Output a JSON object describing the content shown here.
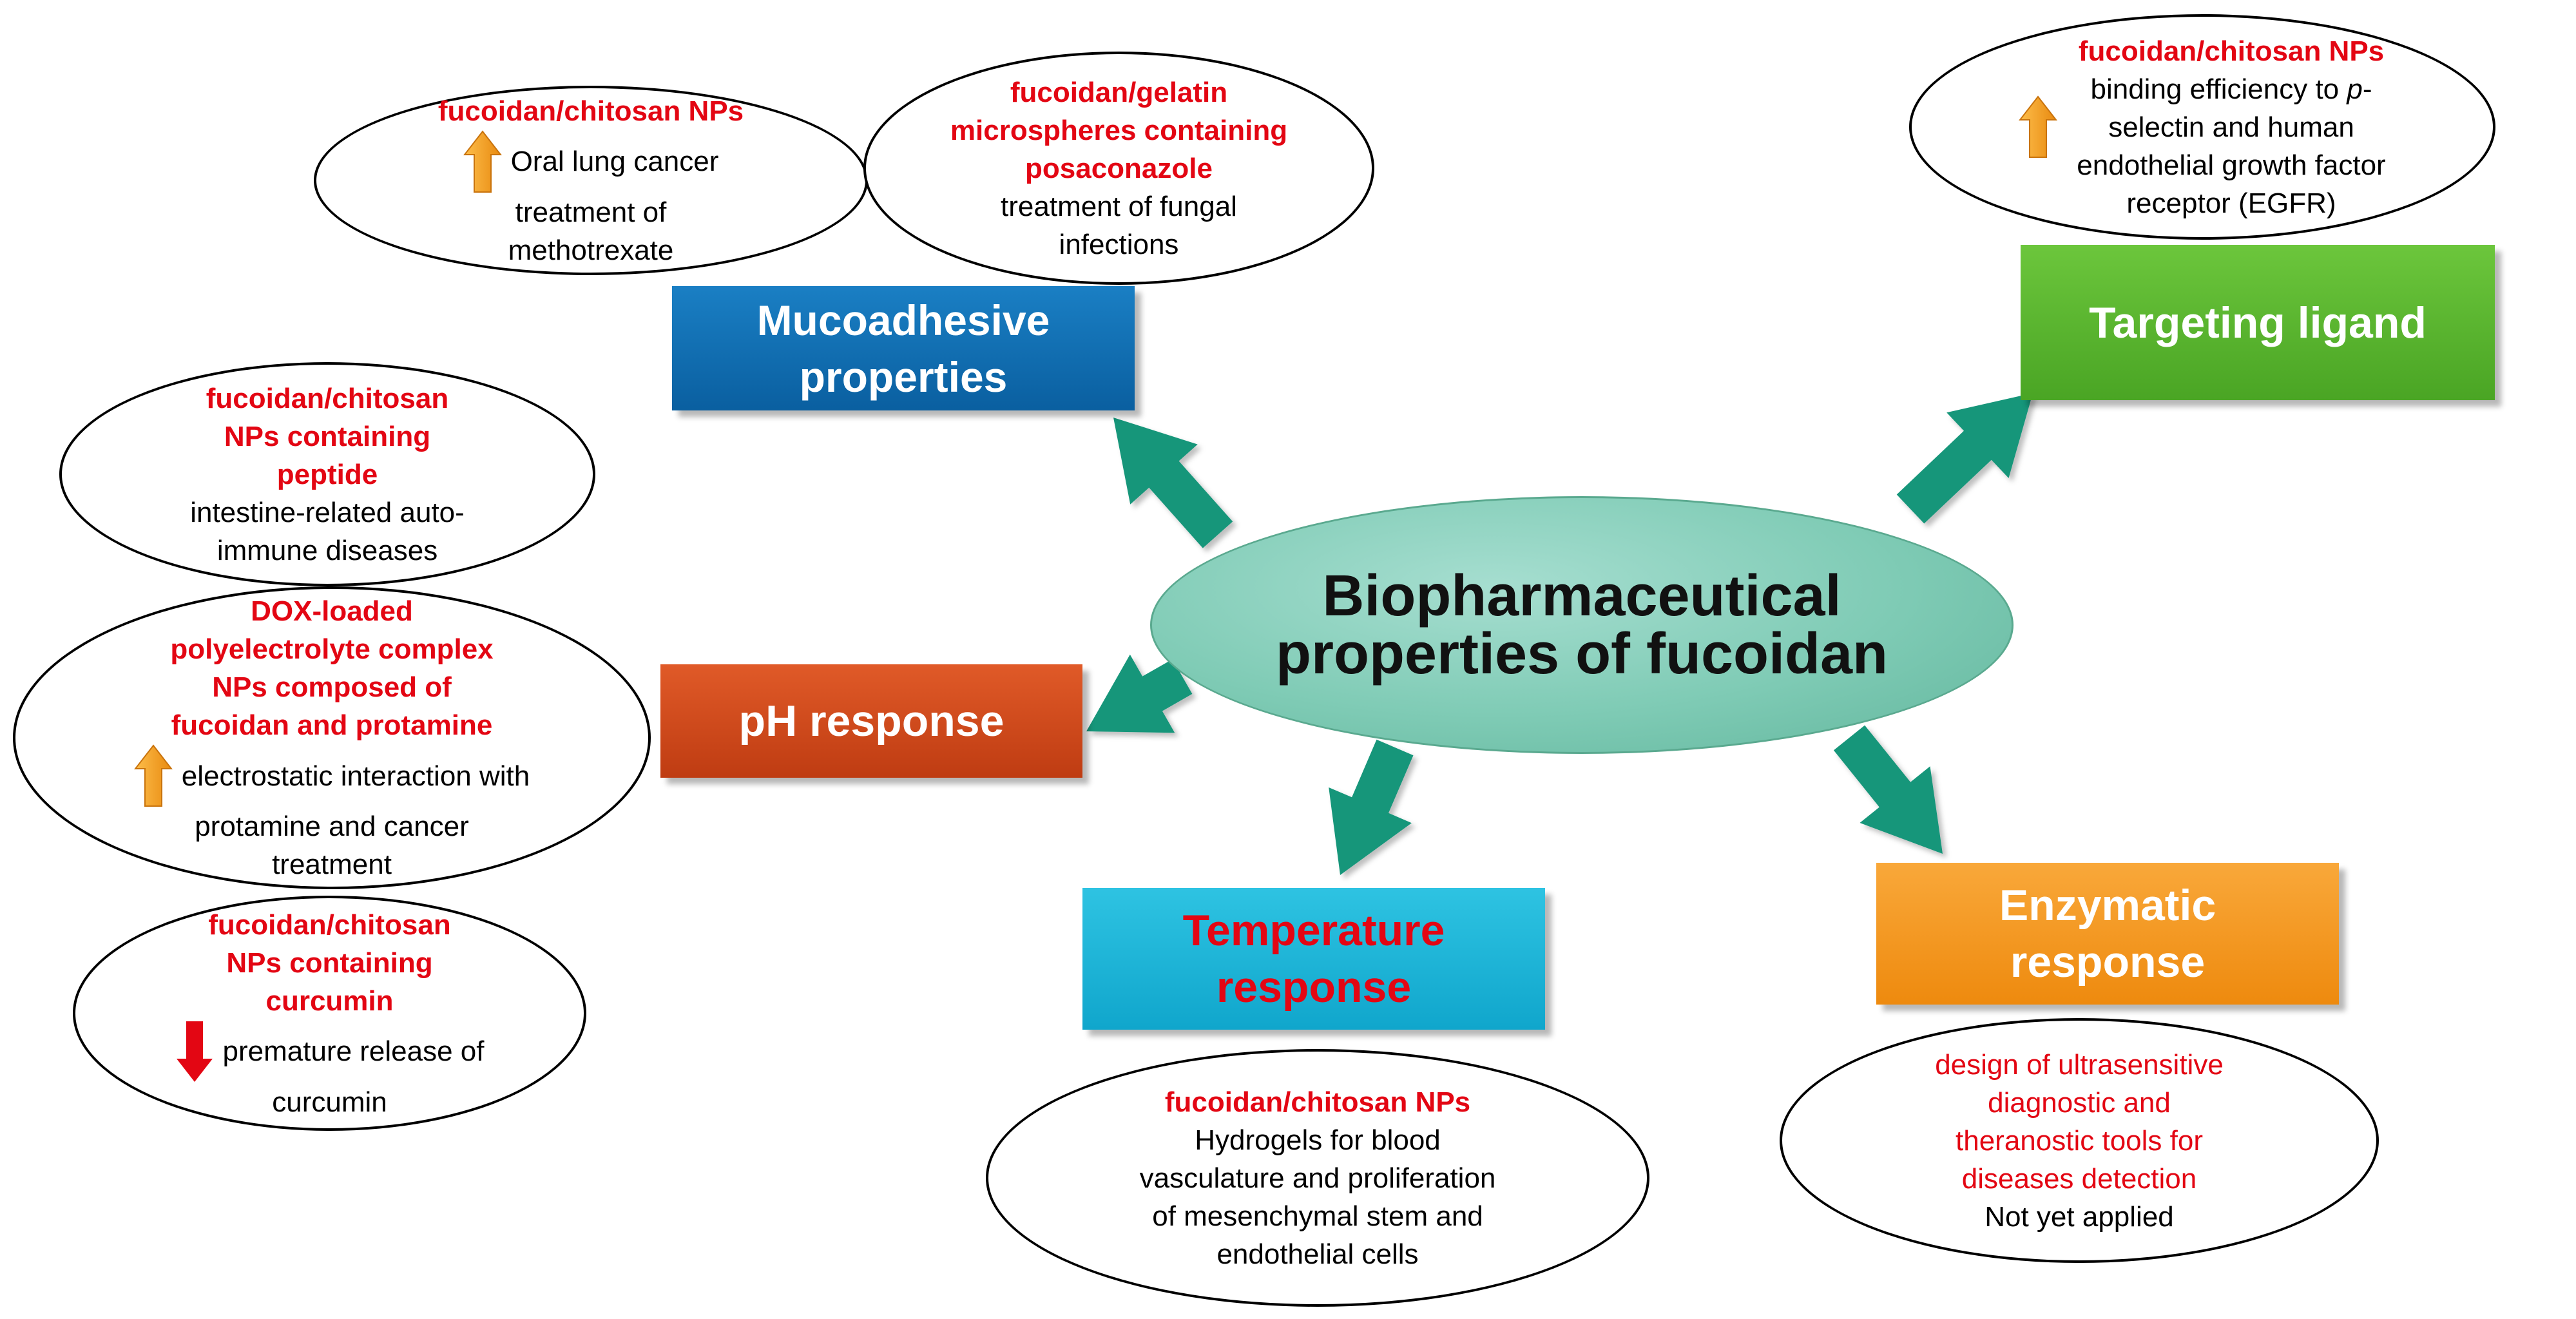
{
  "center": {
    "title": "Biopharmaceutical properties of fucoidan"
  },
  "boxes": {
    "mucoadhesive": {
      "line1": "Mucoadhesive",
      "line2": "properties"
    },
    "targeting": {
      "line1": "Targeting ligand"
    },
    "ph": {
      "line1": "pH response"
    },
    "temperature": {
      "line1": "Temperature",
      "line2": "response"
    },
    "enzymatic": {
      "line1": "Enzymatic",
      "line2": "response"
    }
  },
  "ovals": {
    "oral_lung": {
      "title": "fucoidan/chitosan NPs",
      "lines": [
        "Oral lung cancer",
        "treatment of",
        "methotrexate"
      ],
      "indicator": "up-arrow-icon"
    },
    "gelatin": {
      "title": [
        "fucoidan/gelatin",
        "microspheres containing",
        "posaconazole"
      ],
      "lines": [
        "treatment of fungal",
        "infections"
      ]
    },
    "targeting": {
      "title": "fucoidan/chitosan NPs",
      "lines": [
        "binding efficiency to ",
        "p",
        "-",
        "selectin and human",
        "endothelial growth factor",
        "receptor (EGFR)"
      ],
      "indicator": "up-arrow-icon"
    },
    "peptide": {
      "title": [
        "fucoidan/chitosan",
        "NPs containing",
        "peptide"
      ],
      "lines": [
        "intestine-related auto-",
        "immune diseases"
      ]
    },
    "dox": {
      "title": [
        "DOX-loaded",
        "polyelectrolyte complex",
        "NPs composed of",
        "fucoidan and protamine"
      ],
      "lines": [
        "electrostatic interaction with",
        "protamine and cancer",
        "treatment"
      ],
      "indicator": "up-arrow-icon"
    },
    "curcumin": {
      "title": [
        "fucoidan/chitosan",
        "NPs containing",
        "curcumin"
      ],
      "lines": [
        "premature release of",
        "curcumin"
      ],
      "indicator": "down-arrow-icon"
    },
    "temperature": {
      "title": "fucoidan/chitosan NPs",
      "lines": [
        "Hydrogels for blood",
        "vasculature and proliferation",
        "of mesenchymal stem and",
        "endothelial cells"
      ]
    },
    "enzymatic": {
      "red_lines": [
        "design of ultrasensitive",
        "diagnostic and",
        "theranostic tools for",
        "diseases detection"
      ],
      "lines": [
        "Not yet applied"
      ]
    }
  },
  "colors": {
    "mucoadhesive": "#0d6eb5",
    "targeting": "#5ab52f",
    "ph": "#d24a1e",
    "temperature": "#17b2d6",
    "enzymatic": "#f5961e",
    "temperature_text": "#e30613",
    "arrow": "#17967a",
    "up_arrow": "#f7a21b",
    "down_arrow": "#e30613",
    "red_text": "#e30613"
  }
}
